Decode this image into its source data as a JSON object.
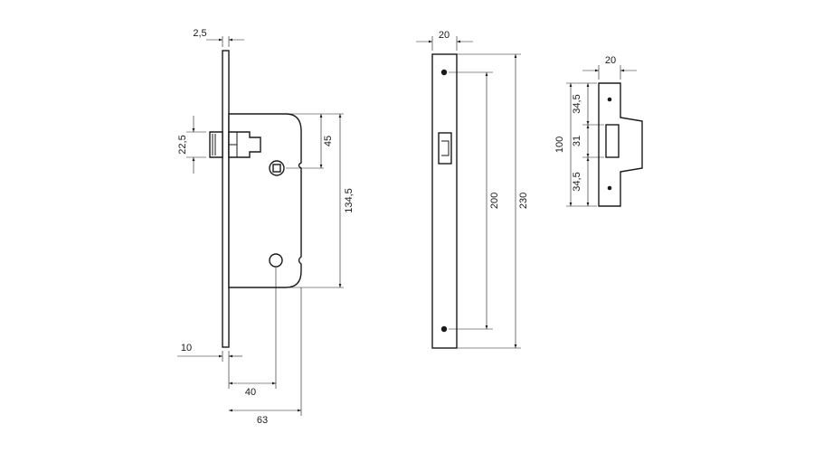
{
  "drawing": {
    "lock_body": {
      "dims": {
        "forend_thickness": "2,5",
        "latch_height": "22,5",
        "latch_to_spindle": "45",
        "spindle_to_keyhole": "134,5",
        "forend_offset": "10",
        "backset": "40",
        "body_depth": "63"
      }
    },
    "forend_plate": {
      "dims": {
        "width": "20",
        "hole_spacing": "200",
        "length": "230"
      }
    },
    "strike_plate": {
      "dims": {
        "width": "20",
        "height": "100",
        "top_segment": "34,5",
        "mid_segment": "31",
        "bottom_segment": "34,5"
      }
    }
  }
}
